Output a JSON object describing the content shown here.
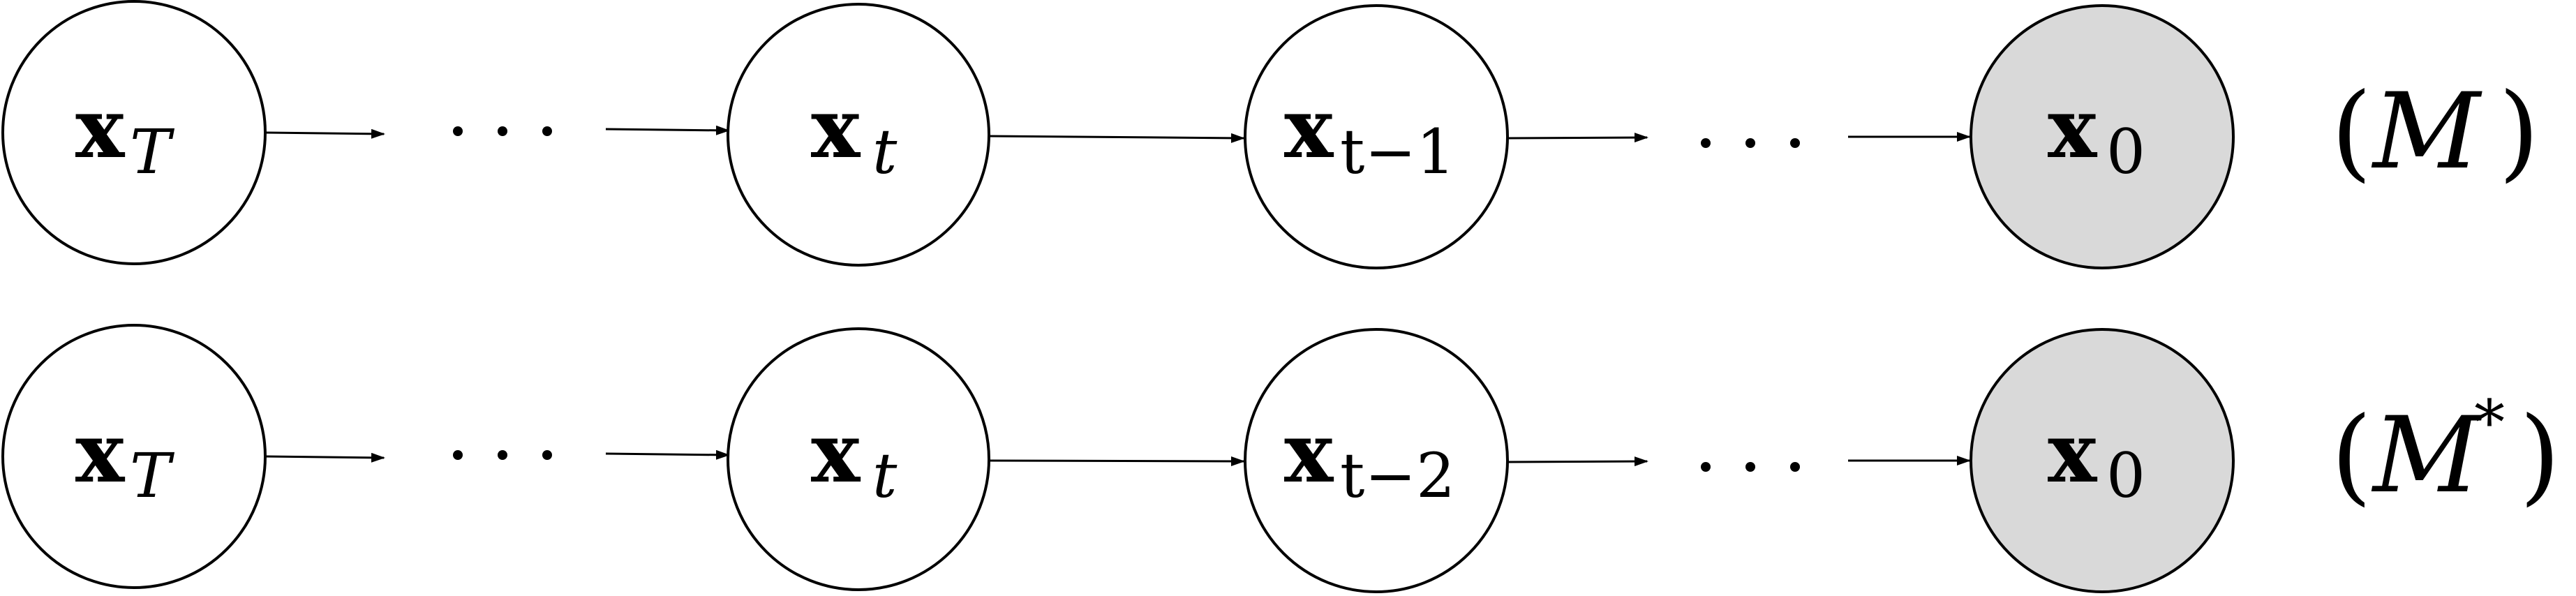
{
  "diagram": {
    "rows": [
      {
        "model_label": {
          "open": "(",
          "symbol": "M",
          "suffix": "",
          "close": ")"
        },
        "nodes": [
          {
            "base": "x",
            "sub": "T",
            "observed": false
          },
          {
            "base": "x",
            "sub": "t",
            "observed": false
          },
          {
            "base": "x",
            "sub": "t−1",
            "observed": false
          },
          {
            "base": "x",
            "sub": "0",
            "observed": true
          }
        ],
        "ellipsis": "⋯"
      },
      {
        "model_label": {
          "open": "(",
          "symbol": "M",
          "suffix": "*",
          "close": ")"
        },
        "nodes": [
          {
            "base": "x",
            "sub": "T",
            "observed": false
          },
          {
            "base": "x",
            "sub": "t",
            "observed": false
          },
          {
            "base": "x",
            "sub": "t−2",
            "observed": false
          },
          {
            "base": "x",
            "sub": "0",
            "observed": true
          }
        ],
        "ellipsis": "⋯"
      }
    ],
    "colors": {
      "observed_fill": "#d9d9d9",
      "latent_fill": "#ffffff",
      "stroke": "#000000"
    }
  }
}
